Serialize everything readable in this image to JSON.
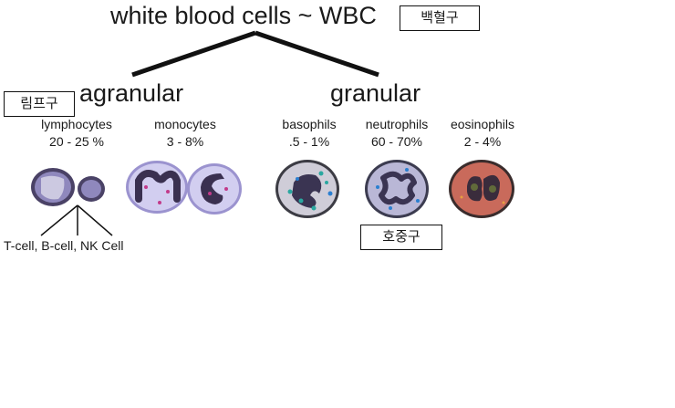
{
  "title": "white blood cells ~ WBC",
  "title_korean": "백혈구",
  "groups": {
    "agranular": {
      "label": "agranular",
      "korean": "림프구"
    },
    "granular": {
      "label": "granular"
    }
  },
  "cells": [
    {
      "name": "lymphocytes",
      "percent": "20 - 25 %"
    },
    {
      "name": "monocytes",
      "percent": "3 - 8%"
    },
    {
      "name": "basophils",
      "percent": ".5 - 1%"
    },
    {
      "name": "neutrophils",
      "percent": "60 - 70%"
    },
    {
      "name": "eosinophils",
      "percent": "2 - 4%"
    }
  ],
  "lymphocyte_types": "T-cell, B-cell, NK Cell",
  "neutrophil_korean": "호중구",
  "colors": {
    "lymphocyte_fill": "#9a93c4",
    "monocyte_fill": "#c9c4ec",
    "basophil_fill": "#cfcdd8",
    "neutrophil_fill": "#b9b7d6",
    "eosinophil_fill": "#d06e5d",
    "nucleus_dark": "#3a3050",
    "line": "#111111"
  }
}
